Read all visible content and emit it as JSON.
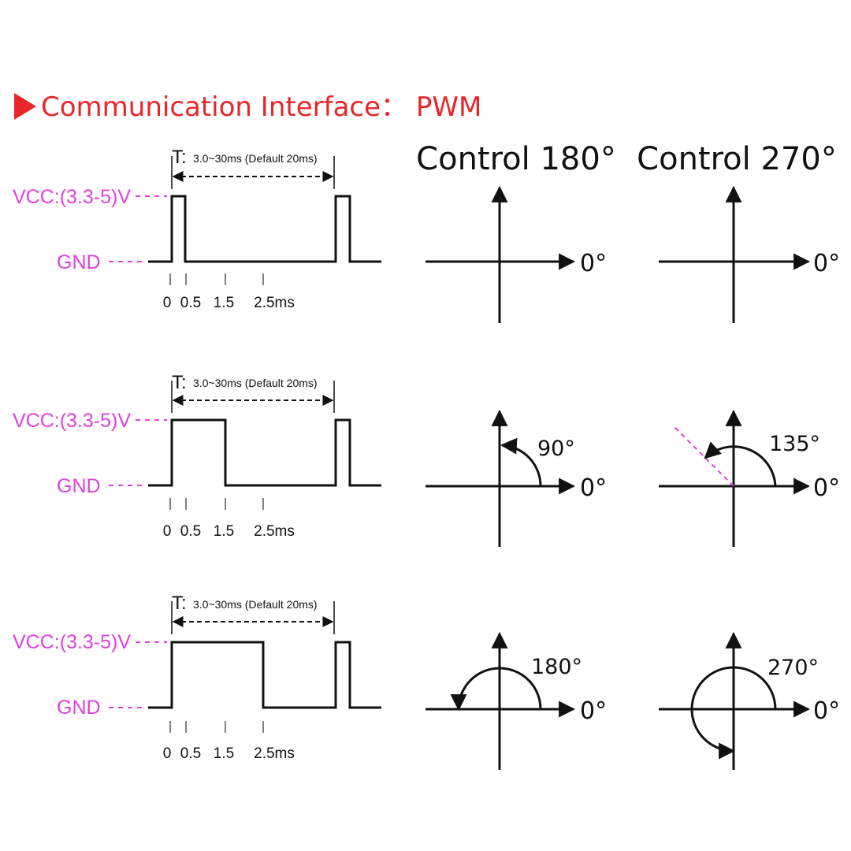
{
  "header": {
    "title": "Communication Interface： PWM",
    "marker_color": "#e8262a"
  },
  "columns": {
    "control_180": "Control 180°",
    "control_270": "Control 270°"
  },
  "signal": {
    "vcc_label": "VCC:(3.3-5)V",
    "gnd_label": "GND",
    "period_symbol": "T:",
    "period_text": "3.0~30ms (Default 20ms)",
    "ticks": [
      "0",
      "0.5",
      "1.5",
      "2.5ms"
    ],
    "label_color": "#e040e0"
  },
  "rows": [
    {
      "pulse_width_ms": 0.5,
      "angle_180": "",
      "angle_270": "",
      "zero_label": "0°"
    },
    {
      "pulse_width_ms": 1.5,
      "angle_180": "90°",
      "angle_270": "135°",
      "zero_label": "0°"
    },
    {
      "pulse_width_ms": 2.5,
      "angle_180": "180°",
      "angle_270": "270°",
      "zero_label": "0°"
    }
  ]
}
